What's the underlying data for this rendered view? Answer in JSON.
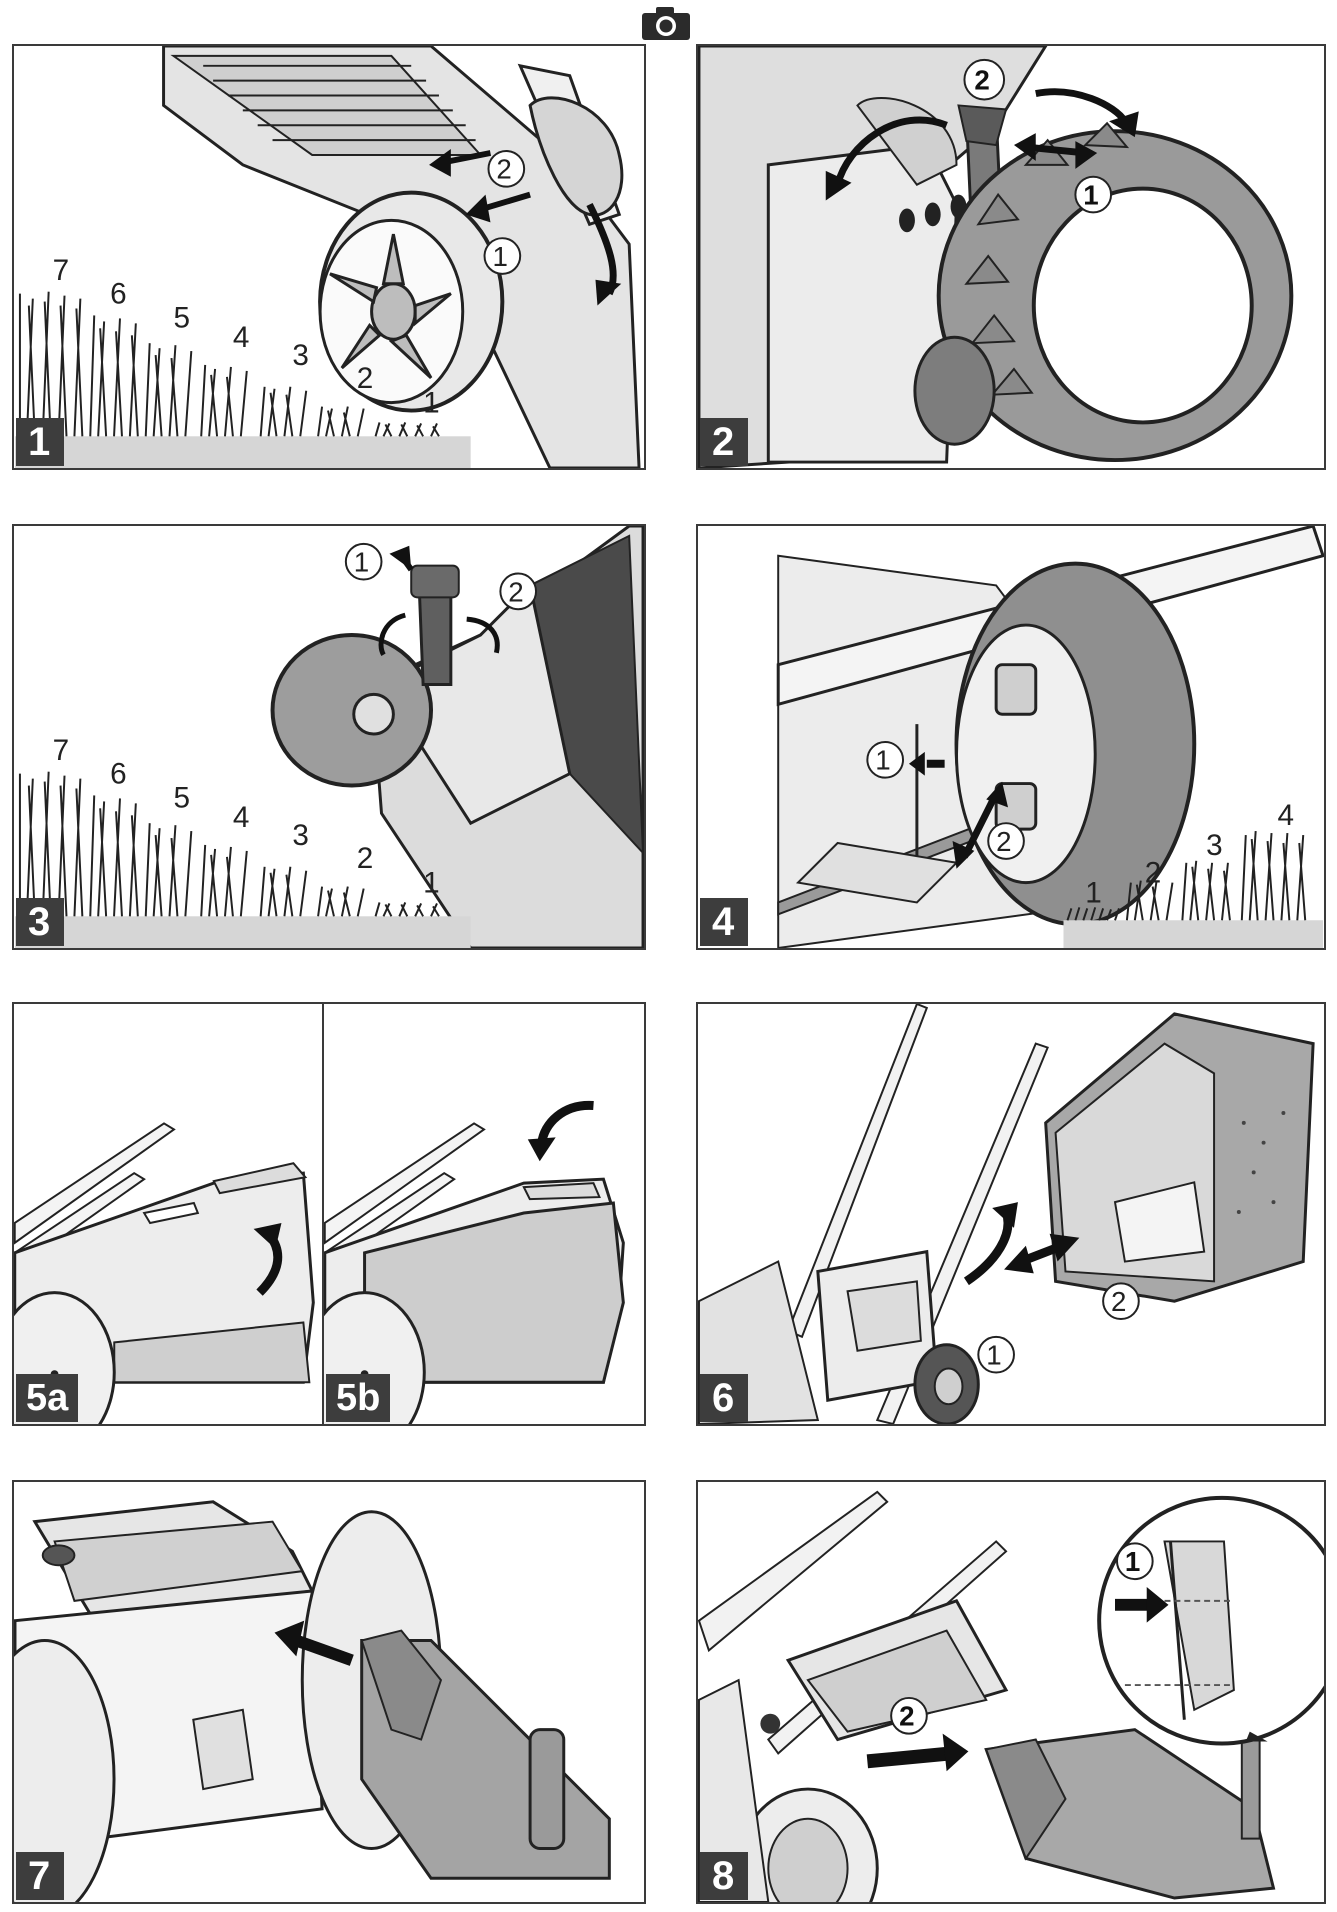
{
  "panels": [
    {
      "badge": "1",
      "height_labels": [
        "7",
        "6",
        "5",
        "4",
        "3",
        "2",
        "1"
      ],
      "callouts": [
        "1",
        "2"
      ]
    },
    {
      "badge": "2",
      "callouts": [
        "1",
        "2"
      ]
    },
    {
      "badge": "3",
      "height_labels": [
        "7",
        "6",
        "5",
        "4",
        "3",
        "2",
        "1"
      ],
      "callouts": [
        "1",
        "2"
      ]
    },
    {
      "badge": "4",
      "height_labels": [
        "1",
        "2",
        "3",
        "4"
      ],
      "callouts": [
        "1",
        "2"
      ]
    },
    {
      "badges": [
        "5a",
        "5b"
      ]
    },
    {
      "badge": "6",
      "callouts": [
        "1",
        "2"
      ]
    },
    {
      "badge": "7"
    },
    {
      "badge": "8",
      "callouts": [
        "1",
        "2"
      ]
    }
  ],
  "icons": {
    "header": "camera-icon"
  }
}
